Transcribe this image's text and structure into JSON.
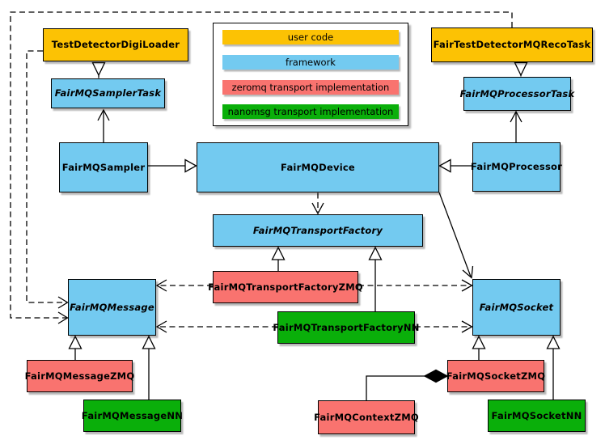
{
  "diagram": {
    "kind": "uml-class-diagram",
    "subject": "FairMQ framework class relationships"
  },
  "colors": {
    "user_code": "#fcc204",
    "framework": "#73caf0",
    "zeromq": "#f9736f",
    "nanomsg": "#0aaf0a",
    "line": "#000000",
    "background": "#ffffff"
  },
  "legend": {
    "items": [
      {
        "id": "user-code",
        "label": "user code",
        "color": "#fcc204"
      },
      {
        "id": "framework",
        "label": "framework",
        "color": "#73caf0"
      },
      {
        "id": "zeromq",
        "label": "zeromq transport implementation",
        "color": "#f9736f"
      },
      {
        "id": "nanomsg",
        "label": "nanomsg transport implementation",
        "color": "#0aaf0a"
      }
    ]
  },
  "nodes": {
    "testDetectorDigiLoader": {
      "label": "TestDetectorDigiLoader",
      "category": "user code",
      "abstract": false
    },
    "fairTestDetectorMQRecoTask": {
      "label": "FairTestDetectorMQRecoTask",
      "category": "user code",
      "abstract": false
    },
    "fairMQSamplerTask": {
      "label": "FairMQSamplerTask",
      "category": "framework",
      "abstract": true
    },
    "fairMQProcessorTask": {
      "label": "FairMQProcessorTask",
      "category": "framework",
      "abstract": true
    },
    "fairMQSampler": {
      "label": "FairMQSampler",
      "category": "framework",
      "abstract": false
    },
    "fairMQDevice": {
      "label": "FairMQDevice",
      "category": "framework",
      "abstract": false
    },
    "fairMQProcessor": {
      "label": "FairMQProcessor",
      "category": "framework",
      "abstract": false
    },
    "fairMQTransportFactory": {
      "label": "FairMQTransportFactory",
      "category": "framework",
      "abstract": true
    },
    "fairMQTransportFactoryZMQ": {
      "label": "FairMQTransportFactoryZMQ",
      "category": "zeromq",
      "abstract": false
    },
    "fairMQTransportFactoryNN": {
      "label": "FairMQTransportFactoryNN",
      "category": "nanomsg",
      "abstract": false
    },
    "fairMQMessage": {
      "label": "FairMQMessage",
      "category": "framework",
      "abstract": true
    },
    "fairMQSocket": {
      "label": "FairMQSocket",
      "category": "framework",
      "abstract": true
    },
    "fairMQMessageZMQ": {
      "label": "FairMQMessageZMQ",
      "category": "zeromq",
      "abstract": false
    },
    "fairMQMessageNN": {
      "label": "FairMQMessageNN",
      "category": "nanomsg",
      "abstract": false
    },
    "fairMQSocketZMQ": {
      "label": "FairMQSocketZMQ",
      "category": "zeromq",
      "abstract": false
    },
    "fairMQSocketNN": {
      "label": "FairMQSocketNN",
      "category": "nanomsg",
      "abstract": false
    },
    "fairMQContextZMQ": {
      "label": "FairMQContextZMQ",
      "category": "zeromq",
      "abstract": false
    }
  },
  "edges": [
    {
      "from": "TestDetectorDigiLoader",
      "to": "FairMQSamplerTask",
      "type": "generalization",
      "style": "solid"
    },
    {
      "from": "FairTestDetectorMQRecoTask",
      "to": "FairMQProcessorTask",
      "type": "generalization",
      "style": "solid"
    },
    {
      "from": "FairMQSampler",
      "to": "FairMQSamplerTask",
      "type": "association",
      "style": "solid"
    },
    {
      "from": "FairMQProcessor",
      "to": "FairMQProcessorTask",
      "type": "association",
      "style": "solid"
    },
    {
      "from": "FairMQSampler",
      "to": "FairMQDevice",
      "type": "generalization",
      "style": "solid"
    },
    {
      "from": "FairMQProcessor",
      "to": "FairMQDevice",
      "type": "generalization",
      "style": "solid"
    },
    {
      "from": "FairMQDevice",
      "to": "FairMQTransportFactory",
      "type": "dependency",
      "style": "dashed"
    },
    {
      "from": "FairMQDevice",
      "to": "FairMQSocket",
      "type": "association",
      "style": "solid"
    },
    {
      "from": "FairMQTransportFactoryZMQ",
      "to": "FairMQTransportFactory",
      "type": "generalization",
      "style": "solid"
    },
    {
      "from": "FairMQTransportFactoryNN",
      "to": "FairMQTransportFactory",
      "type": "generalization",
      "style": "solid"
    },
    {
      "from": "FairMQTransportFactoryZMQ",
      "to": "FairMQMessage",
      "type": "dependency",
      "style": "dashed"
    },
    {
      "from": "FairMQTransportFactoryZMQ",
      "to": "FairMQSocket",
      "type": "dependency",
      "style": "dashed"
    },
    {
      "from": "FairMQTransportFactoryNN",
      "to": "FairMQMessage",
      "type": "dependency",
      "style": "dashed"
    },
    {
      "from": "FairMQTransportFactoryNN",
      "to": "FairMQSocket",
      "type": "dependency",
      "style": "dashed"
    },
    {
      "from": "TestDetectorDigiLoader",
      "to": "FairMQMessage",
      "type": "dependency",
      "style": "dashed"
    },
    {
      "from": "FairTestDetectorMQRecoTask",
      "to": "FairMQMessage",
      "type": "dependency",
      "style": "dashed"
    },
    {
      "from": "FairMQMessageZMQ",
      "to": "FairMQMessage",
      "type": "generalization",
      "style": "solid"
    },
    {
      "from": "FairMQMessageNN",
      "to": "FairMQMessage",
      "type": "generalization",
      "style": "solid"
    },
    {
      "from": "FairMQSocketZMQ",
      "to": "FairMQSocket",
      "type": "generalization",
      "style": "solid"
    },
    {
      "from": "FairMQSocketNN",
      "to": "FairMQSocket",
      "type": "generalization",
      "style": "solid"
    },
    {
      "from": "FairMQContextZMQ",
      "to": "FairMQSocketZMQ",
      "type": "composition",
      "style": "solid"
    }
  ]
}
